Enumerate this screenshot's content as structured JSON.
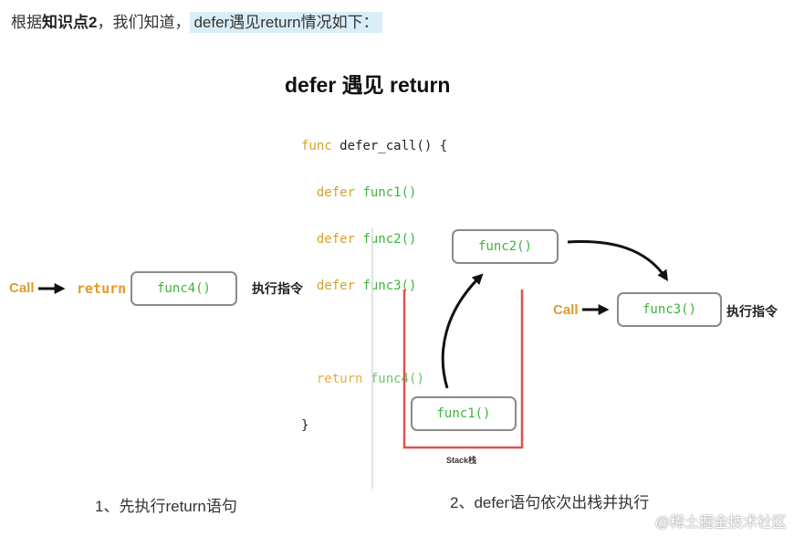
{
  "intro": {
    "prefix": "根据",
    "bold": "知识点2",
    "middle": "，我们知道，",
    "highlight": "defer遇见return情况如下："
  },
  "figure_title": "defer 遇见 return",
  "code": {
    "line1_kw": "func",
    "line1_rest": " defer_call() {",
    "line2_kw": "defer",
    "line2_fn": "func1()",
    "line3_kw": "defer",
    "line3_fn": "func2()",
    "line4_kw": "defer",
    "line4_fn": "func3()",
    "line6_kw": "return",
    "line6_fn": "func4()",
    "line7": "}"
  },
  "left_diagram": {
    "call_label": "Call",
    "return_label": "return",
    "box_label": "func4()",
    "exec_label": "执行指令",
    "caption": "1、先执行return语句"
  },
  "right_diagram": {
    "func2_label": "func2()",
    "func3_label": "func3()",
    "func1_label": "func1()",
    "call_label": "Call",
    "exec_label": "执行指令",
    "stack_label": "Stack栈",
    "caption": "2、defer语句依次出栈并执行"
  },
  "colors": {
    "keyword": "#d8a22a",
    "function": "#3cb43c",
    "call": "#e39a2a",
    "stack": "#e05050",
    "highlight_bg": "#d9eef8"
  },
  "watermark": "@稀土掘金技术社区"
}
